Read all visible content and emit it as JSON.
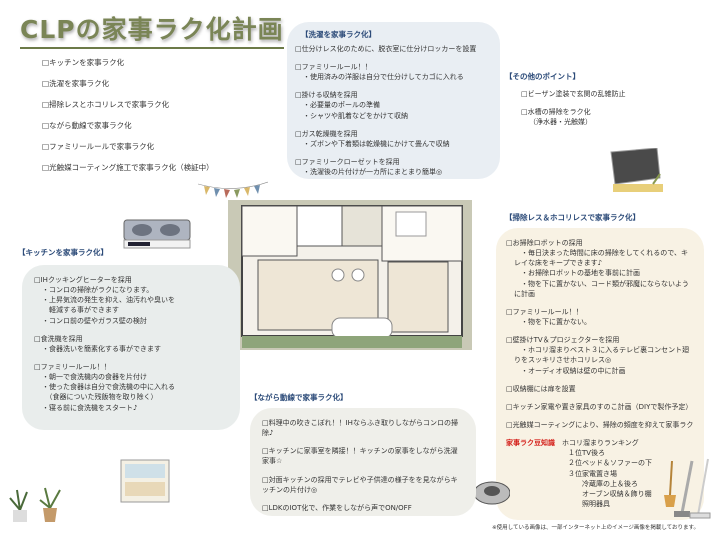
{
  "title": "CLPの家事ラク化計画",
  "toc": [
    "□キッチンを家事ラク化",
    "□洗濯を家事ラク化",
    "□掃除レスとホコリレスで家事ラク化",
    "□ながら動線で家事ラク化",
    "□ファミリールールで家事ラク化",
    "□光触媒コーティング施工で家事ラク化（検証中）"
  ],
  "laundry": {
    "heading": "【洗濯を家事ラク化】",
    "items": [
      {
        "main": "□仕分けレス化のために、脱衣室に仕分けロッカーを設置",
        "subs": []
      },
      {
        "main": "□ファミリールール！！",
        "subs": [
          "・使用済みの洋服は自分で仕分けしてカゴに入れる"
        ]
      },
      {
        "main": "□掛ける収納を採用",
        "subs": [
          "・必要量のポールの準備",
          "・シャツや肌着などをかけて収納"
        ]
      },
      {
        "main": "□ガス乾燥機を採用",
        "subs": [
          "・ズボンや下着類は乾燥機にかけて畳んで収納"
        ]
      },
      {
        "main": "□ファミリークローゼットを採用",
        "subs": [
          "・洗濯後の片付けが一カ所にまとまり簡単◎"
        ]
      }
    ]
  },
  "other": {
    "heading": "【その他のポイント】",
    "items": [
      "□ビーザン塗装で玄関の乱雑防止",
      "□水槽の掃除をラク化"
    ],
    "note": "（浄水器・光触媒）"
  },
  "kitchen": {
    "heading": "【キッチンを家事ラク化】",
    "items": [
      {
        "main": "□IHクッキングヒーターを採用",
        "subs": [
          "・コンロの掃除がラクになります。",
          "・上昇気流の発生を抑え、油汚れや臭いを",
          "　軽減する事ができます",
          "・コンロ前の壁やガラス壁の検討"
        ]
      },
      {
        "main": "□食洗機を採用",
        "subs": [
          "・食器洗いを簡素化する事ができます"
        ]
      },
      {
        "main": "□ファミリールール！！",
        "subs": [
          "・朝一で食洗機内の食器を片付け",
          "・使った食器は自分で食洗機の中に入れる",
          "　（食器についた残飯物を取り除く）",
          "・寝る前に食洗機をスタート♪"
        ]
      }
    ]
  },
  "cleaning": {
    "heading": "【掃除レス＆ホコリレスで家事ラク化】",
    "items": [
      {
        "main": "□お掃除ロボットの採用",
        "subs": [
          "　・毎日決まった時間に床の掃除をしてくれるので、キレイな床をキープできます♪",
          "　・お掃除ロボットの基地を事前に計画",
          "　・物を下に置かない、コード類が邪魔にならないように計画"
        ]
      },
      {
        "main": "□ファミリールール！！",
        "subs": [
          "　・物を下に置かない。"
        ]
      },
      {
        "main": "□壁掛けTV＆プロジェクターを採用",
        "subs": [
          "　・ホコリ溜まりベスト３に入るテレビ裏コンセント廻りをスッキリさせホコリレス◎",
          "　・オーディオ収納は壁の中に計画"
        ]
      },
      {
        "main": "□収納棚には扉を設置",
        "subs": []
      },
      {
        "main": "□キッチン家電や置き家具のすのこ計画（DIYで製作予定）",
        "subs": []
      },
      {
        "main": "□光触媒コーティングにより、掃除の頻度を抑えて家事ラク",
        "subs": []
      }
    ],
    "tip_label": "家事ラク豆知識",
    "ranking_title": "ホコリ溜まりランキング",
    "ranking": [
      "１位TV後ろ",
      "２位ベッド＆ソファーの下",
      "３位家電置き場"
    ],
    "ranking_sub": [
      "冷蔵庫の上＆後ろ",
      "オーブン収納＆飾り棚",
      "照明器具"
    ]
  },
  "nagara": {
    "heading": "【ながら動線で家事ラク化】",
    "items": [
      "□料理中の吹きこぼれ！！IHならふき取りしながらコンロの掃除♪",
      "□キッチンに家事室を隣接！！キッチンの家事をしながら洗濯家事☆",
      "□対面キッチンの採用でテレビや子供達の様子をを見ながらキッチンの片付け◎",
      "□LDKのIOT化で、作業をしながら声でON/OFF"
    ]
  },
  "footnote": "※使用している画像は、一部インターネット上のイメージ画像を掲載しております。",
  "colors": {
    "title": "#7a8556",
    "heading": "#2b4a78",
    "tip": "#d4201a",
    "laundry_bg": "#e9eef3",
    "kitchen_bg": "#e9edec",
    "cleaning_bg": "#f8f2e4",
    "nagara_bg": "#efefea"
  }
}
